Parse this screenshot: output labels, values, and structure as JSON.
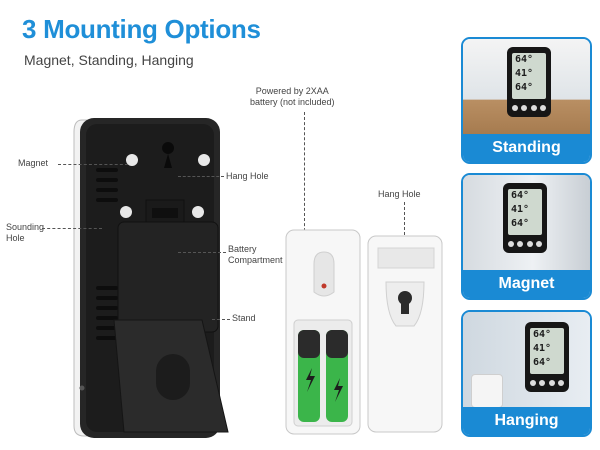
{
  "header": {
    "title": "3 Mounting Options",
    "subtitle": "Magnet, Standing, Hanging"
  },
  "callouts": {
    "magnet": "Magnet",
    "sounding_hole": "Sounding\nHole",
    "hang_hole_back": "Hang Hole",
    "battery_compartment": "Battery\nCompartment",
    "stand": "Stand",
    "powered_by": "Powered by 2XAA\nbattery (not included)",
    "hang_hole_cover": "Hang Hole"
  },
  "options": [
    {
      "label": "Standing"
    },
    {
      "label": "Magnet"
    },
    {
      "label": "Hanging"
    }
  ],
  "display_readings": {
    "row1": "64°",
    "row2": "41°",
    "row3": "64°"
  },
  "colors": {
    "accent": "#1f8fd8",
    "banner": "#1a8ad4",
    "battery_green": "#3bb54a"
  }
}
